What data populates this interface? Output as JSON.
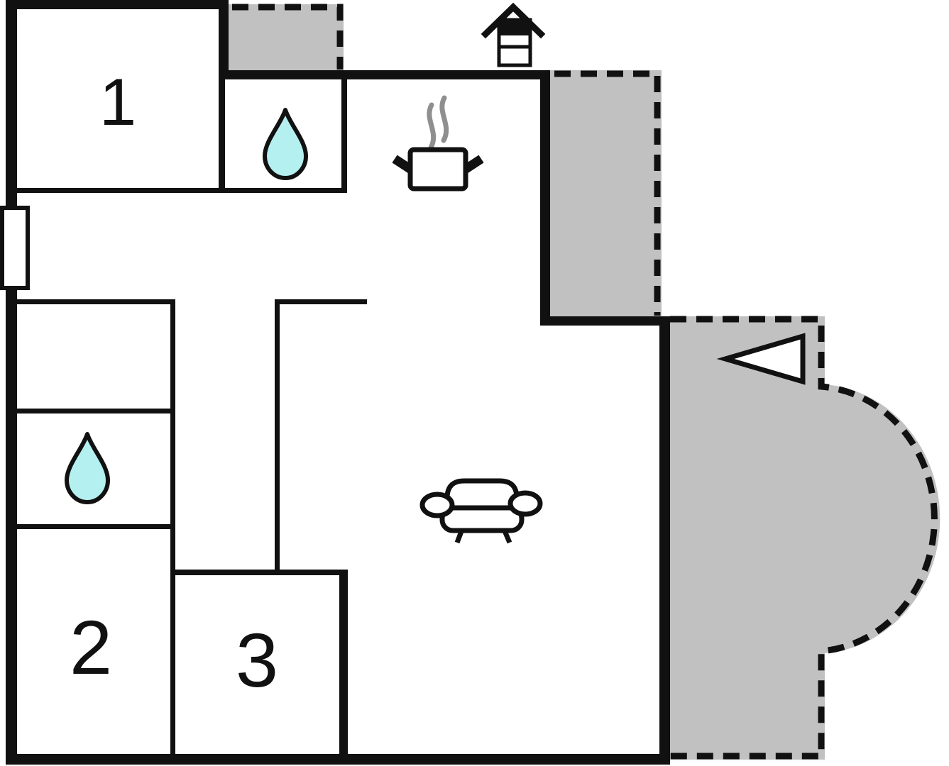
{
  "plan": {
    "rooms": [
      {
        "id": "room-1",
        "label": "1"
      },
      {
        "id": "room-2",
        "label": "2"
      },
      {
        "id": "room-3",
        "label": "3"
      }
    ],
    "icons": [
      "well-icon",
      "cooking-pot-icon",
      "steam-icon",
      "water-drop-icon-top-bathroom",
      "water-drop-icon-left-bathroom",
      "sofa-icon",
      "entrance-arrow-icon",
      "window-icon"
    ],
    "areas": [
      "terrace-top-balcony",
      "terrace-upper-right",
      "terrace-lower-right-rounded"
    ]
  },
  "colors": {
    "wall": "#111111",
    "terrace": "#c1c1c1",
    "water": "#b5f0f1",
    "steam": "#8f8f8f",
    "background": "#ffffff",
    "icon_fill": "#ffffff"
  }
}
